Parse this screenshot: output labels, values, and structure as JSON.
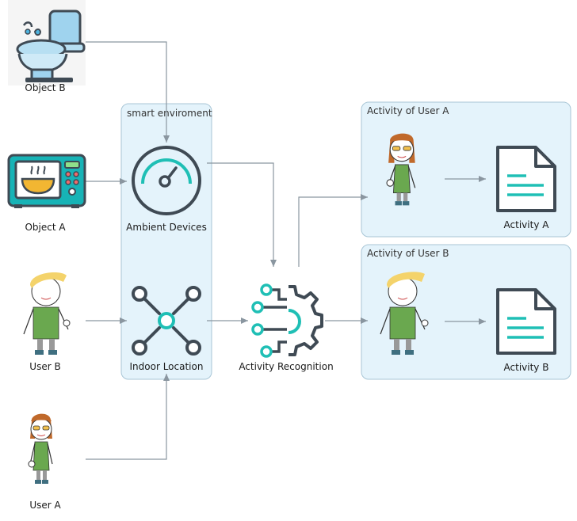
{
  "colors": {
    "panel_fill": "#e4f3fb",
    "panel_stroke": "#a9c6d6",
    "arrow": "#8a96a0",
    "teal": "#1fbfb5",
    "dark": "#3f4a54",
    "shirt": "#6aa84f",
    "hair_red": "#c0692b",
    "hair_blond": "#f4d36b"
  },
  "icons": {
    "object_b": "toilet-icon",
    "object_a": "microwave-icon",
    "ambient": "gauge-icon",
    "location": "network-nodes-icon",
    "recognition": "gear-circuit-icon",
    "activity_doc": "document-icon",
    "user_a": "person-female-icon",
    "user_b": "person-male-icon"
  },
  "groups": {
    "smart_env": "smart enviroment",
    "activity_user_a": "Activity of User A",
    "activity_user_b": "Activity of User B"
  },
  "nodes": {
    "object_b": "Object B",
    "object_a": "Object A",
    "user_b": "User B",
    "user_a": "User A",
    "ambient_devices": "Ambient Devices",
    "indoor_location": "Indoor Location",
    "activity_recognition": "Activity Recognition",
    "activity_a": "Activity A",
    "activity_b": "Activity B"
  }
}
